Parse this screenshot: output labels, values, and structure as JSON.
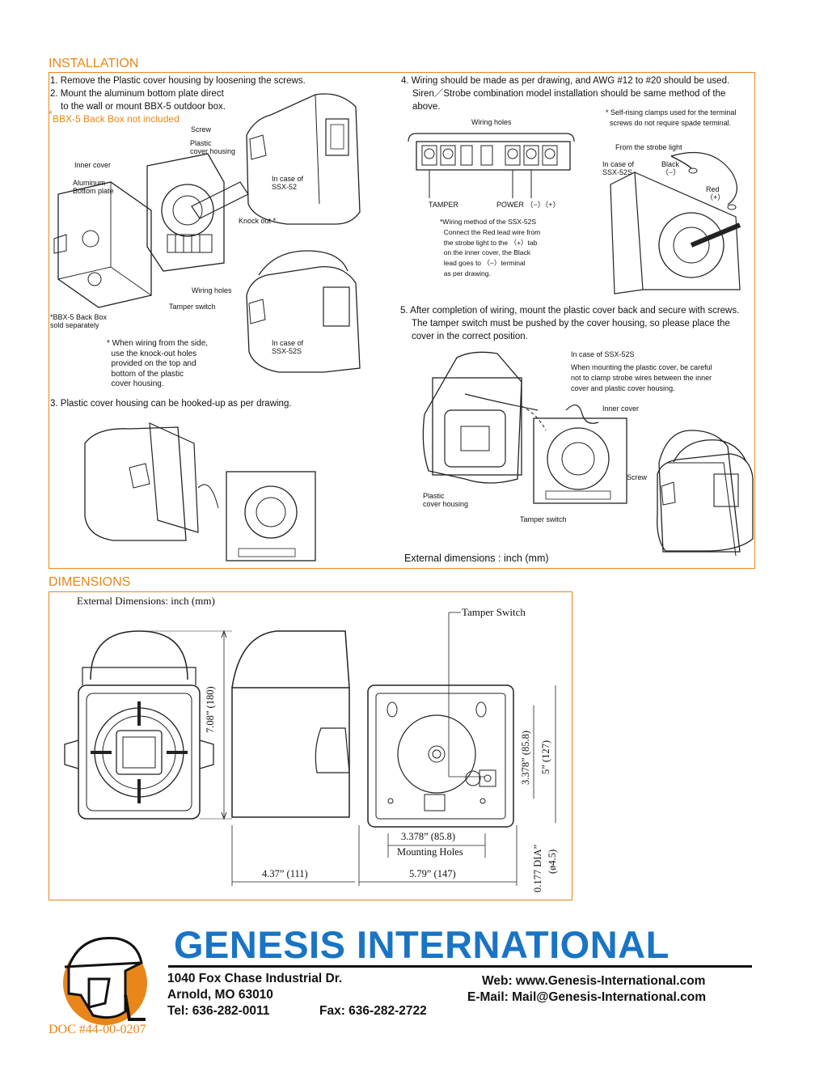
{
  "installation": {
    "title": "INSTALLATION",
    "step1": "1. Remove the Plastic cover housing by loosening the screws.",
    "step2a": "2. Mount the aluminum bottom plate direct",
    "step2b": "to the wall or mount BBX-5 outdoor box.",
    "step2_mark": "*",
    "bbx_note_mark": "*",
    "bbx_note": "BBX-5 Back Box not included",
    "labels": {
      "screw": "Screw",
      "plastic_cover_housing": "Plastic\ncover housing",
      "inner_cover": "Inner cover",
      "aluminum_bottom_plate": "Aluminum\nBottom plate",
      "in_case_ssx52": "In case of\nSSX-52",
      "knock_out": "Knock out *",
      "wiring_holes": "Wiring holes",
      "tamper_switch": "Tamper switch",
      "bbx5_sold_separately": "*BBX-5 Back Box\nsold separately",
      "in_case_ssx52s": "In case of\nSSX-52S"
    },
    "side_wiring_note": "* When wiring from the side,\n  use the knock-out holes\n  provided on the top and\n  bottom of the plastic\n  cover housing.",
    "step3": "3. Plastic cover housing can be hooked-up as per drawing.",
    "step4a": "4. Wiring should be made as per drawing, and AWG #12 to #20 should be used.",
    "step4b": "Siren／Strobe combination model installation should be same method of the",
    "step4c": "above.",
    "self_rising_note": "* Self-rising clamps used for the terminal\n  screws do not require spade terminal.",
    "terminal_labels": {
      "wiring_holes": "Wiring holes",
      "tamper": "TAMPER",
      "power": "POWER （−）（+）"
    },
    "wiring_method_note": "*Wiring method of the SSX-52S\n  Connect the Red lead wire from\n  the strobe light to the （+）tab\n  on the inner cover, the Black\n  lead goes to （−）terminal\n  as per drawing.",
    "strobe_labels": {
      "from_strobe": "From the strobe light",
      "in_case": "In case of\nSSX-52S",
      "black": "Black\n（−）",
      "red": "Red\n（+）"
    },
    "step5a": "5. After completion of wiring, mount the plastic cover back and secure with screws.",
    "step5b": "The tamper switch must be pushed by the cover housing, so please place the",
    "step5c": "cover in the correct position.",
    "step5_labels": {
      "in_case": "In case of SSX-52S",
      "careful": "When mounting the plastic cover, be careful\nnot to clamp strobe wires between the inner\ncover and plastic cover housing.",
      "inner_cover": "Inner cover",
      "screw": "Screw",
      "plastic_cover_housing": "Plastic\ncover housing",
      "tamper_switch": "Tamper switch"
    },
    "external_dimensions": "External dimensions : inch (mm)"
  },
  "dimensions": {
    "title": "DIMENSIONS",
    "header": "External Dimensions: inch (mm)",
    "tamper_switch": "Tamper Switch",
    "height": "7.08” (180)",
    "depth": "4.37” (111)",
    "width": "5.79” (147)",
    "hole_v": "3.378” (85.8)",
    "hole_h": "3.378” (85.8)",
    "mounting_holes": "Mounting Holes",
    "five": "5” (127)",
    "dia": "0.177 DIA”",
    "dia_mm": "(ø4.5)"
  },
  "footer": {
    "company": "GENESIS INTERNATIONAL",
    "address1": "1040 Fox Chase Industrial Dr.",
    "address2": "Arnold, MO 63010",
    "tel": "Tel: 636-282-0011",
    "fax": "Fax: 636-282-2722",
    "web": "Web:  www.Genesis-International.com",
    "email": "E-Mail: Mail@Genesis-International.com",
    "doc": "DOC #44-00-0207"
  },
  "colors": {
    "accent": "#e8861a",
    "brand": "#1a74c4"
  }
}
